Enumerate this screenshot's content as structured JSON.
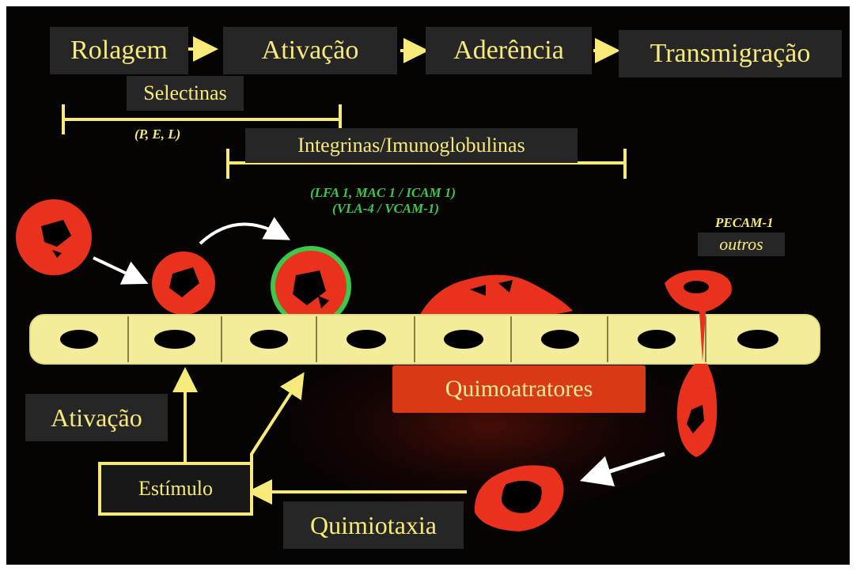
{
  "steps": [
    "Rolagem",
    "Ativação",
    "Aderência",
    "Transmigração"
  ],
  "selectinas": {
    "label": "Selectinas",
    "types": "(P, E, L)"
  },
  "integrinas": {
    "label": "Integrinas/Imunoglobulinas",
    "line1": "(LFA 1, MAC 1  / ICAM 1)",
    "line2": "(VLA-4  / VCAM-1)"
  },
  "pecam": {
    "label": "PECAM-1",
    "outros": "outros"
  },
  "quimioatratores": "Quimoatratores",
  "ativacao": "Ativação",
  "estimulo": "Estímulo",
  "quimiotaxia": "Quimiotaxia",
  "colors": {
    "text_yellow": "#f7ea7a",
    "green": "#3cc84a",
    "red": "#e8321e",
    "endothelium": "#f3ec9a",
    "box_bg": "#262626"
  }
}
